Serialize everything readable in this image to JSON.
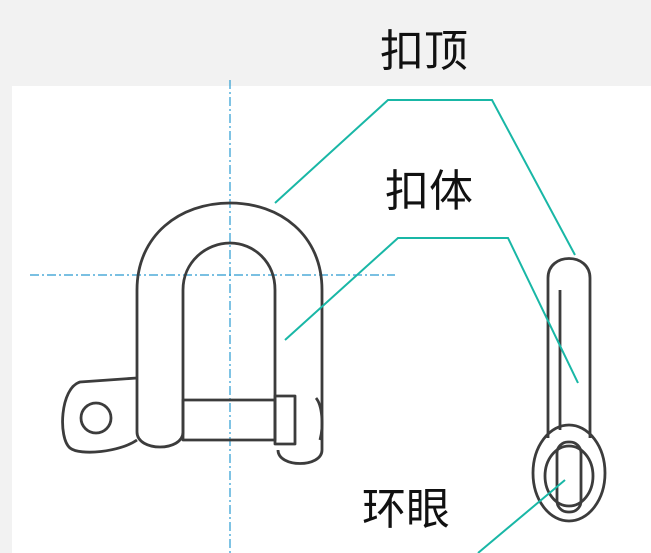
{
  "labels": {
    "shackle_top": "扣顶",
    "shackle_body": "扣体",
    "eye_ring": "环眼"
  },
  "colors": {
    "background": "#f2f2f2",
    "panel": "#ffffff",
    "outline": "#3c3c3c",
    "leader": "#19b7a6",
    "centerline": "#2a9bd1"
  }
}
